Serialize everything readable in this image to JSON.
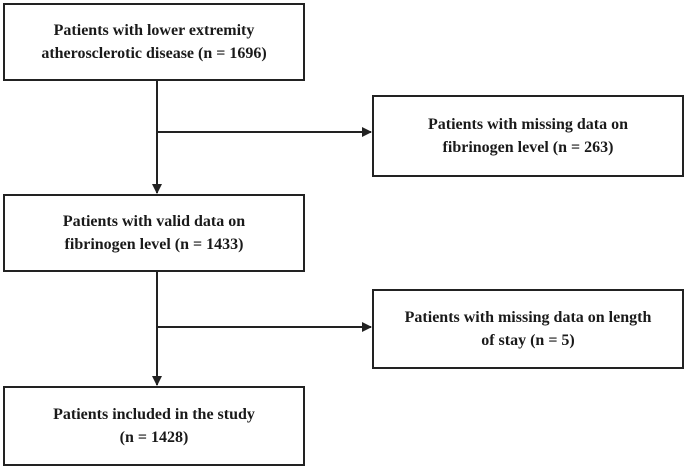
{
  "flowchart": {
    "boxes": [
      {
        "line1": "Patients with lower extremity",
        "line2": "atherosclerotic disease (n = 1696)"
      },
      {
        "line1": "Patients with missing data on",
        "line2": "fibrinogen level (n = 263)"
      },
      {
        "line1": "Patients with valid data on",
        "line2": "fibrinogen level (n = 1433)"
      },
      {
        "line1": "Patients with missing data on length",
        "line2": "of stay (n = 5)"
      },
      {
        "line1": "Patients included in the study",
        "line2": "(n = 1428)"
      }
    ]
  },
  "colors": {
    "stroke": "#222222",
    "text": "#1a1a1a",
    "background": "#ffffff"
  }
}
